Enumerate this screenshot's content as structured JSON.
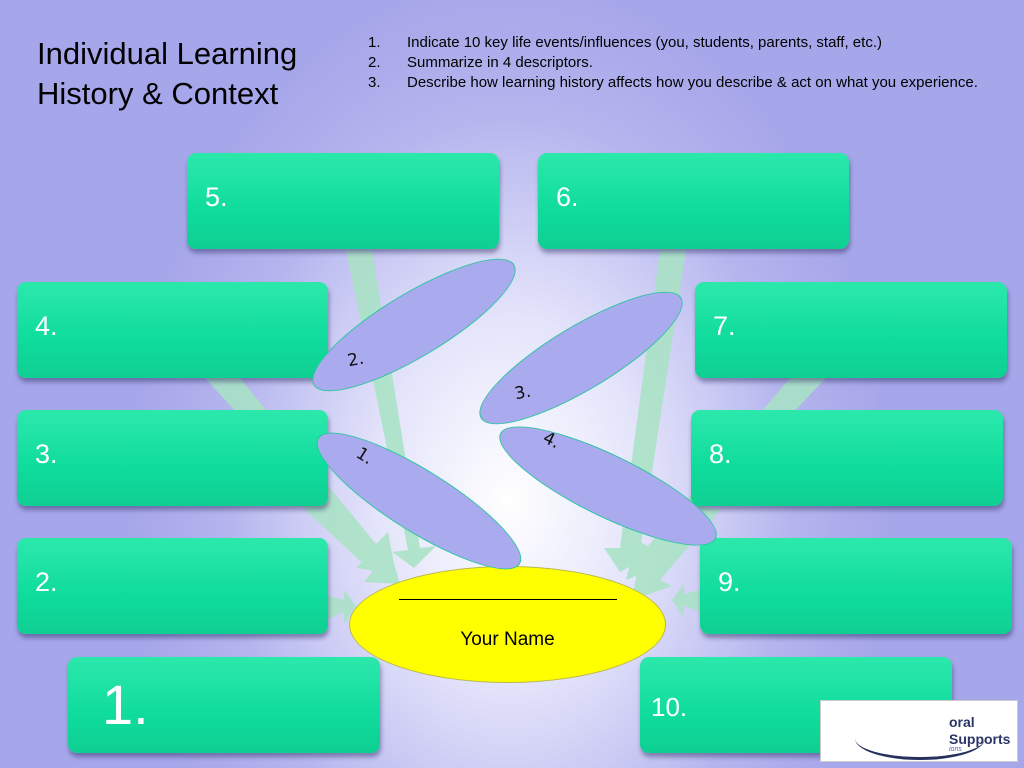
{
  "title_lines": [
    "Individual Learning",
    "History & Context"
  ],
  "instructions": [
    {
      "num": "1.",
      "text": "Indicate 10 key life events/influences (you, students, parents, staff, etc.)"
    },
    {
      "num": "2.",
      "text": "Summarize in 4 descriptors."
    },
    {
      "num": "3.",
      "text": "Describe how learning history affects how you describe & act on what you experience."
    }
  ],
  "boxes": [
    "1.",
    "2.",
    "3.",
    "4.",
    "5.",
    "6.",
    "7.",
    "8.",
    "9.",
    "10."
  ],
  "descriptors": [
    "1.",
    "2.",
    "3.",
    "4."
  ],
  "center": {
    "blank": "",
    "label": "Your Name"
  },
  "logo": {
    "text_line1": "oral",
    "text_line2": "Supports",
    "sub": "ions"
  },
  "colors": {
    "box": "#0fdc9c",
    "oval": "#aaaaee",
    "center": "#ffff00",
    "arrow": "#a8e8c8",
    "background": "#a6a6ea"
  }
}
